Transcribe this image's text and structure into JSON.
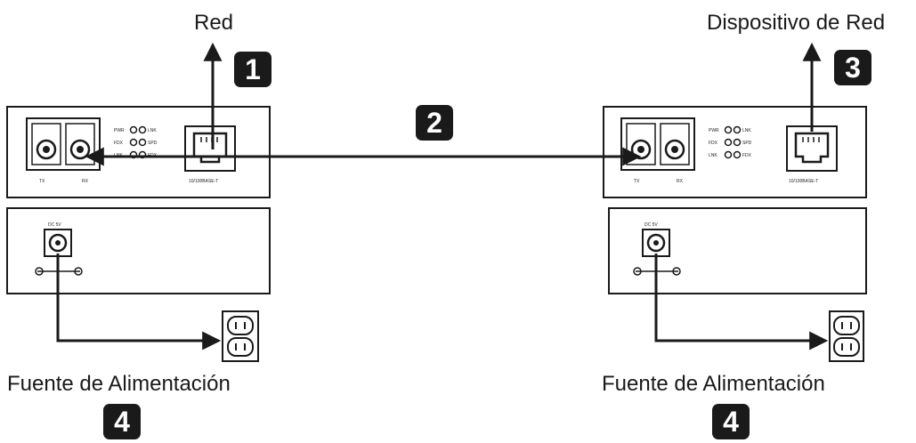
{
  "labels": {
    "network": "Red",
    "network_device": "Dispositivo de Red",
    "power_source_left": "Fuente de Alimentación",
    "power_source_right": "Fuente de Alimentación"
  },
  "callouts": {
    "network": "1",
    "fiber_link": "2",
    "network_device": "3",
    "power_left": "4",
    "power_right": "4"
  },
  "unit": {
    "fiber_port_tx": "TX",
    "fiber_port_rx": "RX",
    "dc_input": "DC 5V",
    "led_labels": [
      "PWR",
      "LNK",
      "FDX",
      "SPD",
      "LNK",
      "FDX"
    ],
    "rj45_label": "10/100BASE-T"
  },
  "colors": {
    "line": "#1a1a1a",
    "badge": "#1a1a1a",
    "badge_text": "#ffffff"
  },
  "icons": [
    "arrow-up-icon",
    "fiber-port-icon",
    "rj45-port-icon",
    "led-icon",
    "dc-jack-icon",
    "polarity-icon",
    "wall-outlet-icon"
  ]
}
